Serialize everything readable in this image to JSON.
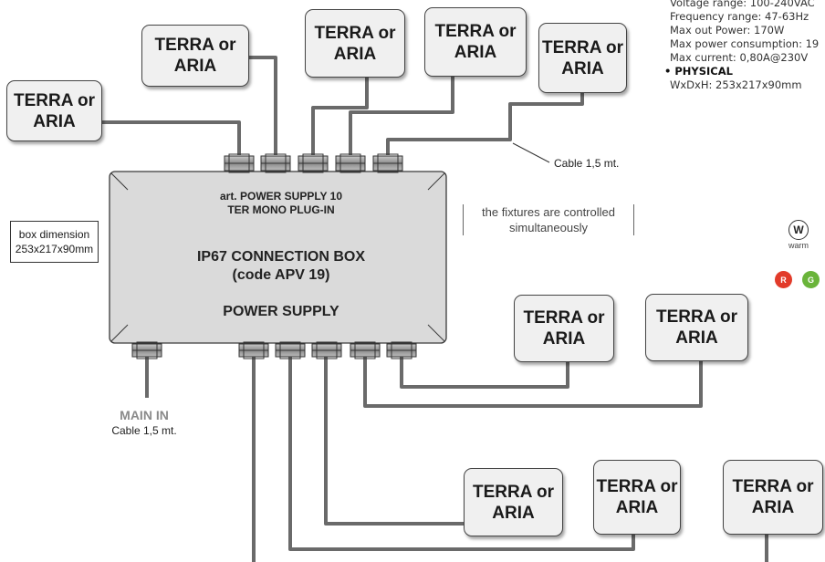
{
  "fixture_label": "TERRA or\nARIA",
  "specs": {
    "electrical_lines": [
      "Voltage range: 100-240VAC",
      "Frequency range: 47-63Hz",
      "Max out Power: 170W",
      "Max power consumption: 19",
      "Max current: 0,80A@230V"
    ],
    "physical_heading": "PHYSICAL",
    "physical_value": "WxDxH: 253x217x90mm"
  },
  "box": {
    "article_line1": "art. POWER SUPPLY 10",
    "article_line2": "TER MONO PLUG-IN",
    "title_line1": "IP67 CONNECTION BOX",
    "title_line2": "(code APV 19)",
    "subtitle": "POWER SUPPLY"
  },
  "box_dimension": {
    "line1": "box dimension",
    "line2": "253x217x90mm"
  },
  "note_line1": "the fixtures are controlled",
  "note_line2": "simultaneously",
  "cable_label": "Cable 1,5 mt.",
  "main_in": {
    "label": "MAIN IN",
    "cable": "Cable 1,5 mt."
  },
  "color_badges": {
    "warm_letter": "W",
    "warm_label": "warm",
    "red_letter": "R",
    "green_letter": "G"
  }
}
